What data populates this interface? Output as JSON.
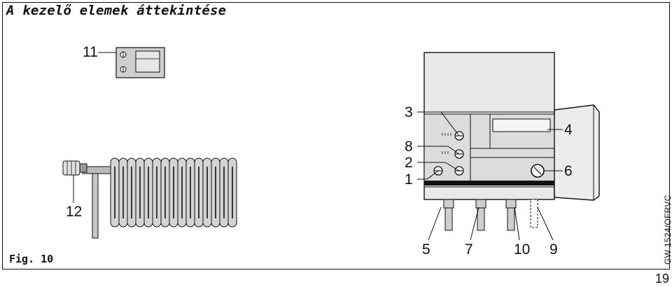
{
  "title": "A kezelő elemek áttekintése",
  "figure_label": "Fig. 10",
  "document_code": "GW 1524/OFRVC",
  "page_number": "19",
  "callouts": {
    "c1": "1",
    "c2": "2",
    "c3": "3",
    "c4": "4",
    "c5": "5",
    "c6": "6",
    "c7": "7",
    "c8": "8",
    "c9": "9",
    "c10": "10",
    "c11": "11",
    "c12": "12"
  }
}
